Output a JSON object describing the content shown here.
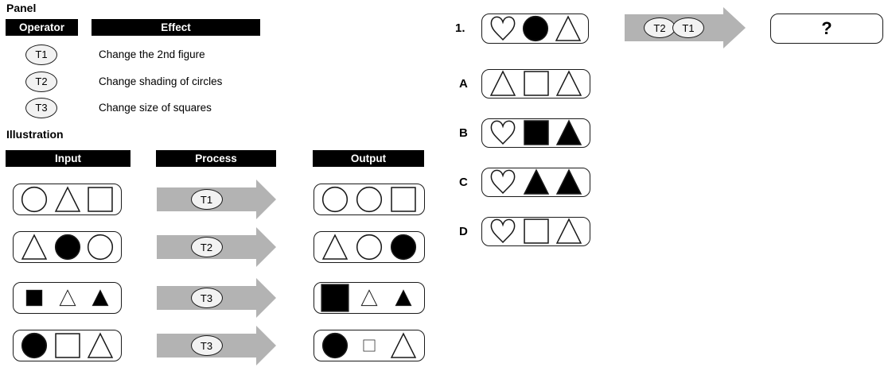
{
  "colors": {
    "header_bg": "#000000",
    "header_text": "#ffffff",
    "arrow_gray": "#b3b3b3",
    "oval_fill": "#f2f2f2",
    "line": "#1a1a1a",
    "background": "#ffffff"
  },
  "panel": {
    "title": "Panel",
    "columns": {
      "operator": "Operator",
      "effect": "Effect"
    },
    "operators": [
      {
        "id": "T1",
        "effect": "Change the 2nd figure"
      },
      {
        "id": "T2",
        "effect": "Change shading of circles"
      },
      {
        "id": "T3",
        "effect": "Change size of squares"
      }
    ]
  },
  "illustration": {
    "title": "Illustration",
    "columns": {
      "input": "Input",
      "process": "Process",
      "output": "Output"
    },
    "rows": [
      {
        "input": [
          {
            "shape": "circle",
            "fill": "outline",
            "size": "m"
          },
          {
            "shape": "triangle",
            "fill": "outline",
            "size": "m"
          },
          {
            "shape": "square",
            "fill": "outline",
            "size": "m"
          }
        ],
        "operators": [
          "T1"
        ],
        "output": [
          {
            "shape": "circle",
            "fill": "outline",
            "size": "m"
          },
          {
            "shape": "circle",
            "fill": "outline",
            "size": "m"
          },
          {
            "shape": "square",
            "fill": "outline",
            "size": "m"
          }
        ]
      },
      {
        "input": [
          {
            "shape": "triangle",
            "fill": "outline",
            "size": "m"
          },
          {
            "shape": "circle",
            "fill": "solid",
            "size": "m"
          },
          {
            "shape": "circle",
            "fill": "outline",
            "size": "m"
          }
        ],
        "operators": [
          "T2"
        ],
        "output": [
          {
            "shape": "triangle",
            "fill": "outline",
            "size": "m"
          },
          {
            "shape": "circle",
            "fill": "outline",
            "size": "m"
          },
          {
            "shape": "circle",
            "fill": "solid",
            "size": "m"
          }
        ]
      },
      {
        "input": [
          {
            "shape": "square",
            "fill": "solid",
            "size": "s"
          },
          {
            "shape": "triangle",
            "fill": "outline",
            "size": "s"
          },
          {
            "shape": "triangle",
            "fill": "solid",
            "size": "s"
          }
        ],
        "operators": [
          "T3"
        ],
        "output": [
          {
            "shape": "square",
            "fill": "solid",
            "size": "l"
          },
          {
            "shape": "triangle",
            "fill": "outline",
            "size": "s"
          },
          {
            "shape": "triangle",
            "fill": "solid",
            "size": "s"
          }
        ]
      },
      {
        "input": [
          {
            "shape": "circle",
            "fill": "solid",
            "size": "m"
          },
          {
            "shape": "square",
            "fill": "outline",
            "size": "m"
          },
          {
            "shape": "triangle",
            "fill": "outline",
            "size": "m"
          }
        ],
        "operators": [
          "T3"
        ],
        "output": [
          {
            "shape": "circle",
            "fill": "solid",
            "size": "m"
          },
          {
            "shape": "square",
            "fill": "outline",
            "size": "xs"
          },
          {
            "shape": "triangle",
            "fill": "outline",
            "size": "m"
          }
        ]
      }
    ]
  },
  "question": {
    "number": "1.",
    "stimulus": [
      {
        "shape": "heart",
        "fill": "outline",
        "size": "m"
      },
      {
        "shape": "circle",
        "fill": "solid",
        "size": "m"
      },
      {
        "shape": "triangle",
        "fill": "outline",
        "size": "m"
      }
    ],
    "operators": [
      "T2",
      "T1"
    ],
    "result_placeholder": "?",
    "options": [
      {
        "label": "A",
        "shapes": [
          {
            "shape": "triangle",
            "fill": "outline",
            "size": "m"
          },
          {
            "shape": "square",
            "fill": "outline",
            "size": "m"
          },
          {
            "shape": "triangle",
            "fill": "outline",
            "size": "m"
          }
        ]
      },
      {
        "label": "B",
        "shapes": [
          {
            "shape": "heart",
            "fill": "outline",
            "size": "m"
          },
          {
            "shape": "square",
            "fill": "solid",
            "size": "m"
          },
          {
            "shape": "triangle",
            "fill": "solid",
            "size": "m"
          }
        ]
      },
      {
        "label": "C",
        "shapes": [
          {
            "shape": "heart",
            "fill": "outline",
            "size": "m"
          },
          {
            "shape": "triangle",
            "fill": "solid",
            "size": "m"
          },
          {
            "shape": "triangle",
            "fill": "solid",
            "size": "m"
          }
        ]
      },
      {
        "label": "D",
        "shapes": [
          {
            "shape": "heart",
            "fill": "outline",
            "size": "m"
          },
          {
            "shape": "square",
            "fill": "outline",
            "size": "m"
          },
          {
            "shape": "triangle",
            "fill": "outline",
            "size": "m"
          }
        ]
      }
    ]
  }
}
